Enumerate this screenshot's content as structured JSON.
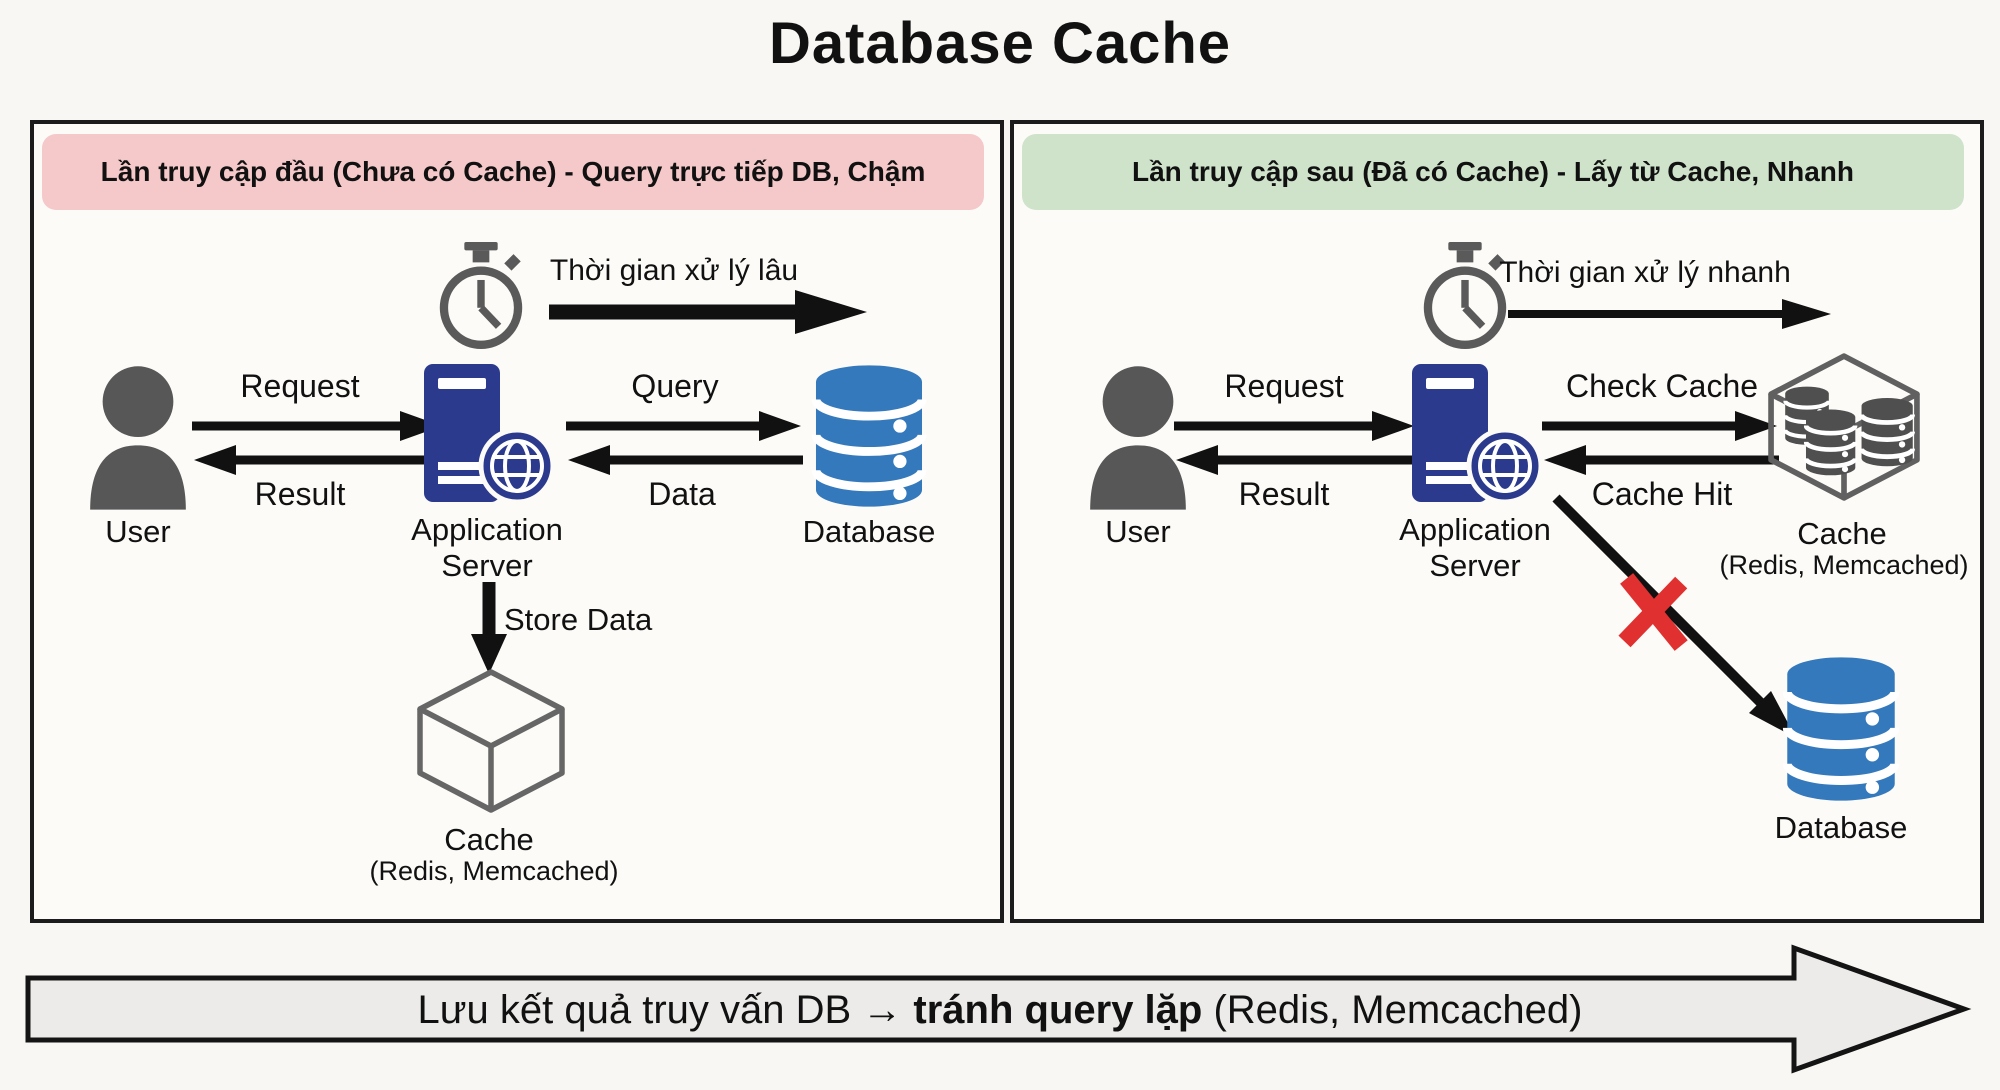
{
  "title": "Database Cache",
  "panels": {
    "first": {
      "header": "Lần truy cập đầu (Chưa có Cache) - Query trực tiếp DB, Chậm",
      "timer_label": "Thời gian xử lý lâu",
      "labels": {
        "request": "Request",
        "result": "Result",
        "query": "Query",
        "data": "Data",
        "store_data": "Store Data"
      },
      "nodes": {
        "user": "User",
        "app_server": "Application Server",
        "database": "Database",
        "cache": "Cache",
        "cache_sub": "(Redis, Memcached)"
      }
    },
    "second": {
      "header": "Lần truy cập sau (Đã có Cache) - Lấy từ Cache, Nhanh",
      "timer_label": "Thời gian xử lý nhanh",
      "labels": {
        "request": "Request",
        "result": "Result",
        "check_cache": "Check Cache",
        "cache_hit": "Cache Hit"
      },
      "nodes": {
        "user": "User",
        "app_server": "Application Server",
        "cache": "Cache",
        "cache_sub": "(Redis, Memcached)",
        "database": "Database"
      }
    }
  },
  "footer": {
    "prefix": "Lưu kết quả truy vấn DB → ",
    "bold": "tránh query lặp",
    "suffix": " (Redis, Memcached)"
  },
  "icons": {
    "user": "person-icon",
    "app_server": "server-globe-icon",
    "database": "database-cylinder-icon",
    "cache_empty": "cube-icon",
    "cache_filled": "cube-databases-icon",
    "timer": "stopwatch-icon",
    "blocked": "red-x-icon"
  },
  "colors": {
    "header_first_bg": "#f5c9c9",
    "header_second_bg": "#cfe3cb",
    "server_blue": "#2b3a8c",
    "database_blue": "#3579bd",
    "icon_gray": "#5a5a5a",
    "x_red": "#e03030",
    "banner_fill": "#ecebe9",
    "border_black": "#1c1c1c"
  }
}
